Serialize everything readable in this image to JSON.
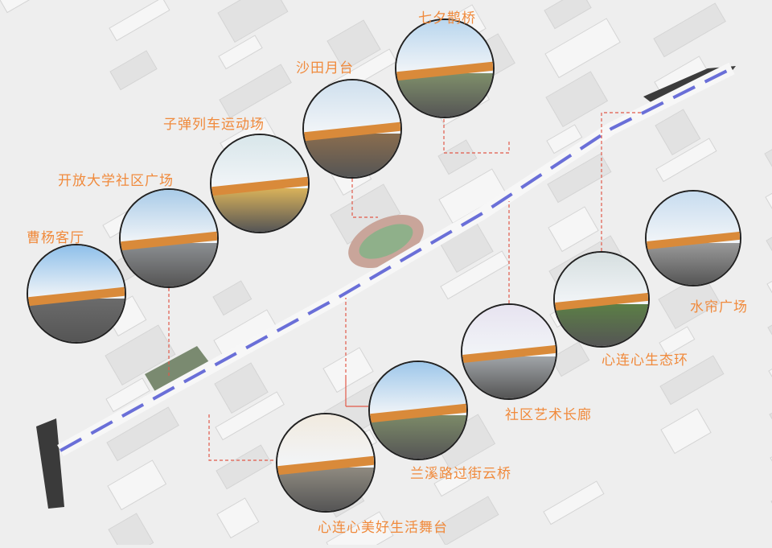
{
  "accent_color": "#f08a3c",
  "leader_color": "#e25a4a",
  "path_color": "#6a6fd8",
  "spots": [
    {
      "label": "七夕鹊桥",
      "sky": "#b9d6ee",
      "ground": "#7f8f6a"
    },
    {
      "label": "沙田月台",
      "sky": "#cfe0ee",
      "ground": "#8a6d4e"
    },
    {
      "label": "子弹列车运动场",
      "sky": "#d8e6ea",
      "ground": "#d9b25a"
    },
    {
      "label": "开放大学社区广场",
      "sky": "#a9cbe8",
      "ground": "#8c8f92"
    },
    {
      "label": "曹杨客厅",
      "sky": "#8fc0ea",
      "ground": "#6b6b6b"
    },
    {
      "label": "水帘广场",
      "sky": "#c7dcef",
      "ground": "#9a9a9a"
    },
    {
      "label": "心连心生态环",
      "sky": "#d6dfe0",
      "ground": "#5c7f46"
    },
    {
      "label": "社区艺术长廊",
      "sky": "#e7e3f0",
      "ground": "#a0a4a8"
    },
    {
      "label": "兰溪路过街云桥",
      "sky": "#9ec7ea",
      "ground": "#7c8a68"
    },
    {
      "label": "心连心美好生活舞台",
      "sky": "#f1eadf",
      "ground": "#8f8a80"
    }
  ]
}
